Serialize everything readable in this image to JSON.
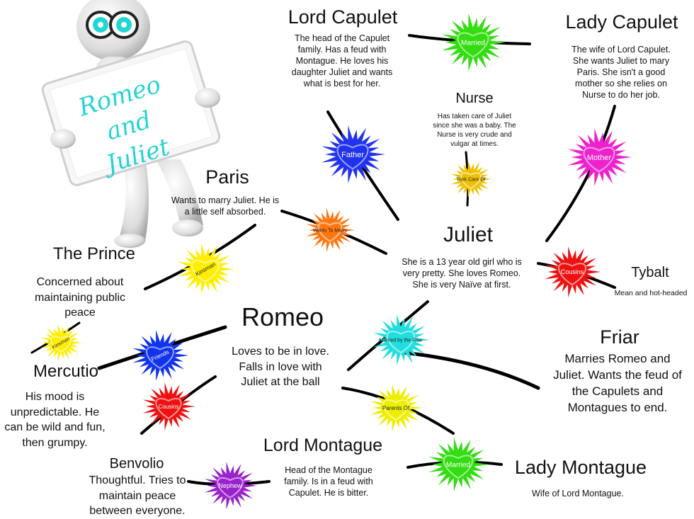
{
  "sign": {
    "text": "Romeo and\nJuliet"
  },
  "characters": {
    "lord_capulet": {
      "name": "Lord Capulet",
      "desc": "The head of the Capulet\nfamily. Has a feud with\nMontague. He loves his\ndaughter Juliet and wants\nwhat is best for her."
    },
    "lady_capulet": {
      "name": "Lady Capulet",
      "desc": "The wife of Lord Capulet.\nShe wants Juliet to mary\nParis. She isn't a good\nmother so she relies on\nNurse to do her job."
    },
    "nurse": {
      "name": "Nurse",
      "desc": "Has taken care of Juliet\nsince she was a baby. The\nNurse is very crude and\nvulgar at times."
    },
    "paris": {
      "name": "Paris",
      "desc": "Wants to marry Juliet. He is\na little self absorbed."
    },
    "juliet": {
      "name": "Juliet",
      "desc": "She is a 13 year old girl who is\nvery pretty. She loves Romeo.\nShe is very Naïve at first."
    },
    "prince": {
      "name": "The Prince",
      "desc": "Concerned about\nmaintaining public\npeace"
    },
    "tybalt": {
      "name": "Tybalt",
      "desc": "Mean and hot-headed"
    },
    "romeo": {
      "name": "Romeo",
      "desc": "Loves to be in love.\nFalls in love with\nJuliet at the ball"
    },
    "mercutio": {
      "name": "Mercutio",
      "desc": "His mood is\nunpredictable. He\ncan be wild and fun,\nthen grumpy."
    },
    "friar": {
      "name": "Friar",
      "desc": "Marries Romeo and\nJuliet. Wants the feud of\nthe Capulets and\nMontagues to end."
    },
    "benvolio": {
      "name": "Benvolio",
      "desc": "Thoughtful. Tries to\nmaintain peace\nbetween everyone."
    },
    "lord_montague": {
      "name": "Lord Montague",
      "desc": "Head of the Montague\nfamily. Is in a feud with\nCapulet. He is bitter."
    },
    "lady_montague": {
      "name": "Lady Montague",
      "desc": "Wife of Lord Montague."
    }
  },
  "relations": [
    {
      "id": "married-capulet",
      "label": "Married",
      "color": "#33dd11"
    },
    {
      "id": "father",
      "label": "Father",
      "color": "#2233ee"
    },
    {
      "id": "mother",
      "label": "Mother",
      "color": "#ee22cc"
    },
    {
      "id": "took-care-of",
      "label": "Took Care Of",
      "color": "#f0c000"
    },
    {
      "id": "wants-to-marry",
      "label": "Wants To Marry",
      "color": "#ff7711"
    },
    {
      "id": "kinsman-prince",
      "label": "Kinsman",
      "color": "#ffee00"
    },
    {
      "id": "cousins",
      "label": "Cousins",
      "color": "#ee1111"
    },
    {
      "id": "kinsman-mercutio",
      "label": "Kinsman",
      "color": "#ffee00"
    },
    {
      "id": "friends",
      "label": "Friends",
      "color": "#1133ee"
    },
    {
      "id": "married-by-friar",
      "label": "Married by the Friar",
      "color": "#22dddd"
    },
    {
      "id": "cousins-benvolio",
      "label": "Cousins",
      "color": "#ee1111"
    },
    {
      "id": "parents-of",
      "label": "Parents Of",
      "color": "#eeee00"
    },
    {
      "id": "nephew",
      "label": "Nephew",
      "color": "#9922cc"
    },
    {
      "id": "married-montague",
      "label": "Married",
      "color": "#33dd11"
    }
  ]
}
